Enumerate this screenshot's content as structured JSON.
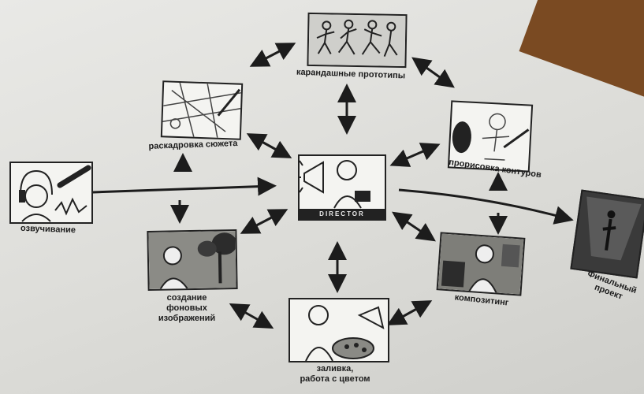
{
  "nodes": {
    "pencil_tests": {
      "label": "карандашные прототипы"
    },
    "storyboard": {
      "label": "раскадровка сюжета"
    },
    "outlining": {
      "label": "прорисовка контуров"
    },
    "voiceover": {
      "label": "озвучивание"
    },
    "director": {
      "label": "DIRECTOR",
      "caption": "DIRECTOR"
    },
    "final_project": {
      "label": "Финальный\nпроект"
    },
    "backgrounds": {
      "label": "создание\nфоновых\nизображений"
    },
    "compositing": {
      "label": "композитинг"
    },
    "coloring": {
      "label": "заливка,\nработа с цветом"
    }
  },
  "colors": {
    "ink": "#1c1c1c",
    "paper": "#f4f4f1",
    "background": "#e2e2df"
  }
}
